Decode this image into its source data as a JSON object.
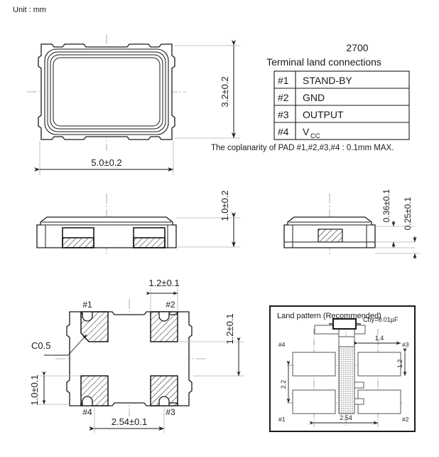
{
  "page": {
    "unit_label": "Unit : mm",
    "background": "#ffffff",
    "line_color": "#1a1a1a"
  },
  "table": {
    "part_number": "2700",
    "title": "Terminal land connections",
    "rows": [
      {
        "pin": "#1",
        "function": "STAND-BY"
      },
      {
        "pin": "#2",
        "function": "GND"
      },
      {
        "pin": "#3",
        "function": "OUTPUT"
      },
      {
        "pin": "#4",
        "function_main": "V",
        "function_sub": "CC"
      }
    ],
    "note": "The coplanarity of PAD #1,#2,#3,#4 : 0.1mm MAX."
  },
  "top_view": {
    "width_dim": "5.0±0.2",
    "height_dim": "3.2±0.2"
  },
  "front_view": {
    "height_dim": "1.0±0.2"
  },
  "side_view": {
    "dim_upper": "0.36±0.1",
    "dim_lower": "0.25±0.1"
  },
  "bottom_view": {
    "pad_width_dim": "1.2±0.1",
    "pad_height_dim": "1.2±0.1",
    "pad_pitch_dim": "2.54±0.1",
    "pad_edge_dim": "1.0±0.1",
    "chamfer_note": "C0.5",
    "pins": {
      "p1": "#1",
      "p2": "#2",
      "p3": "#3",
      "p4": "#4"
    }
  },
  "land_pattern": {
    "title": "Land pattern (Recommended)",
    "capacitor_label": "Cby=0.01µF",
    "dim_width": "1.4",
    "dim_height": "1.2",
    "dim_vertical": "2.2",
    "dim_pitch": "2.54",
    "pins": {
      "p1": "#1",
      "p2": "#2",
      "p3": "#3",
      "p4": "#4"
    }
  }
}
